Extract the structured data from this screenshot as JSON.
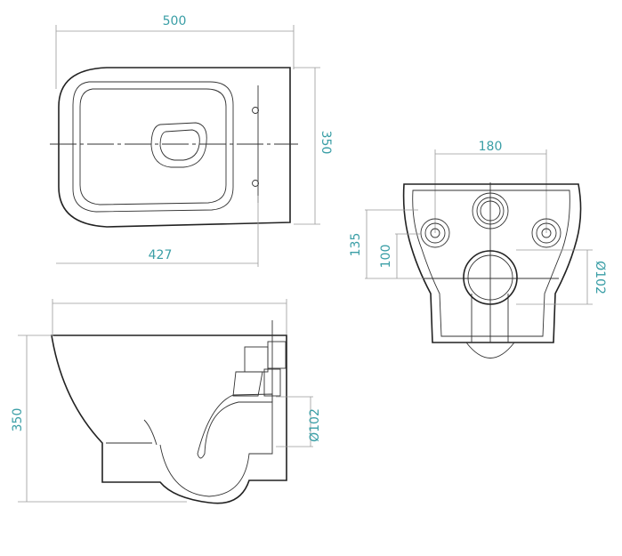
{
  "colors": {
    "dimension_text": "#3a9ea6",
    "outline": "#222222",
    "dimension_line": "#9a9a9a"
  },
  "top_view": {
    "width_label": "500",
    "depth_label": "350",
    "fixing_label": "427"
  },
  "rear_view": {
    "fixing_spacing_label": "180",
    "inlet_height_label": "135",
    "fixing_height_label": "100",
    "outlet_diameter_label": "Ø102"
  },
  "side_view": {
    "height_label": "350",
    "outlet_diameter_label": "Ø102"
  }
}
